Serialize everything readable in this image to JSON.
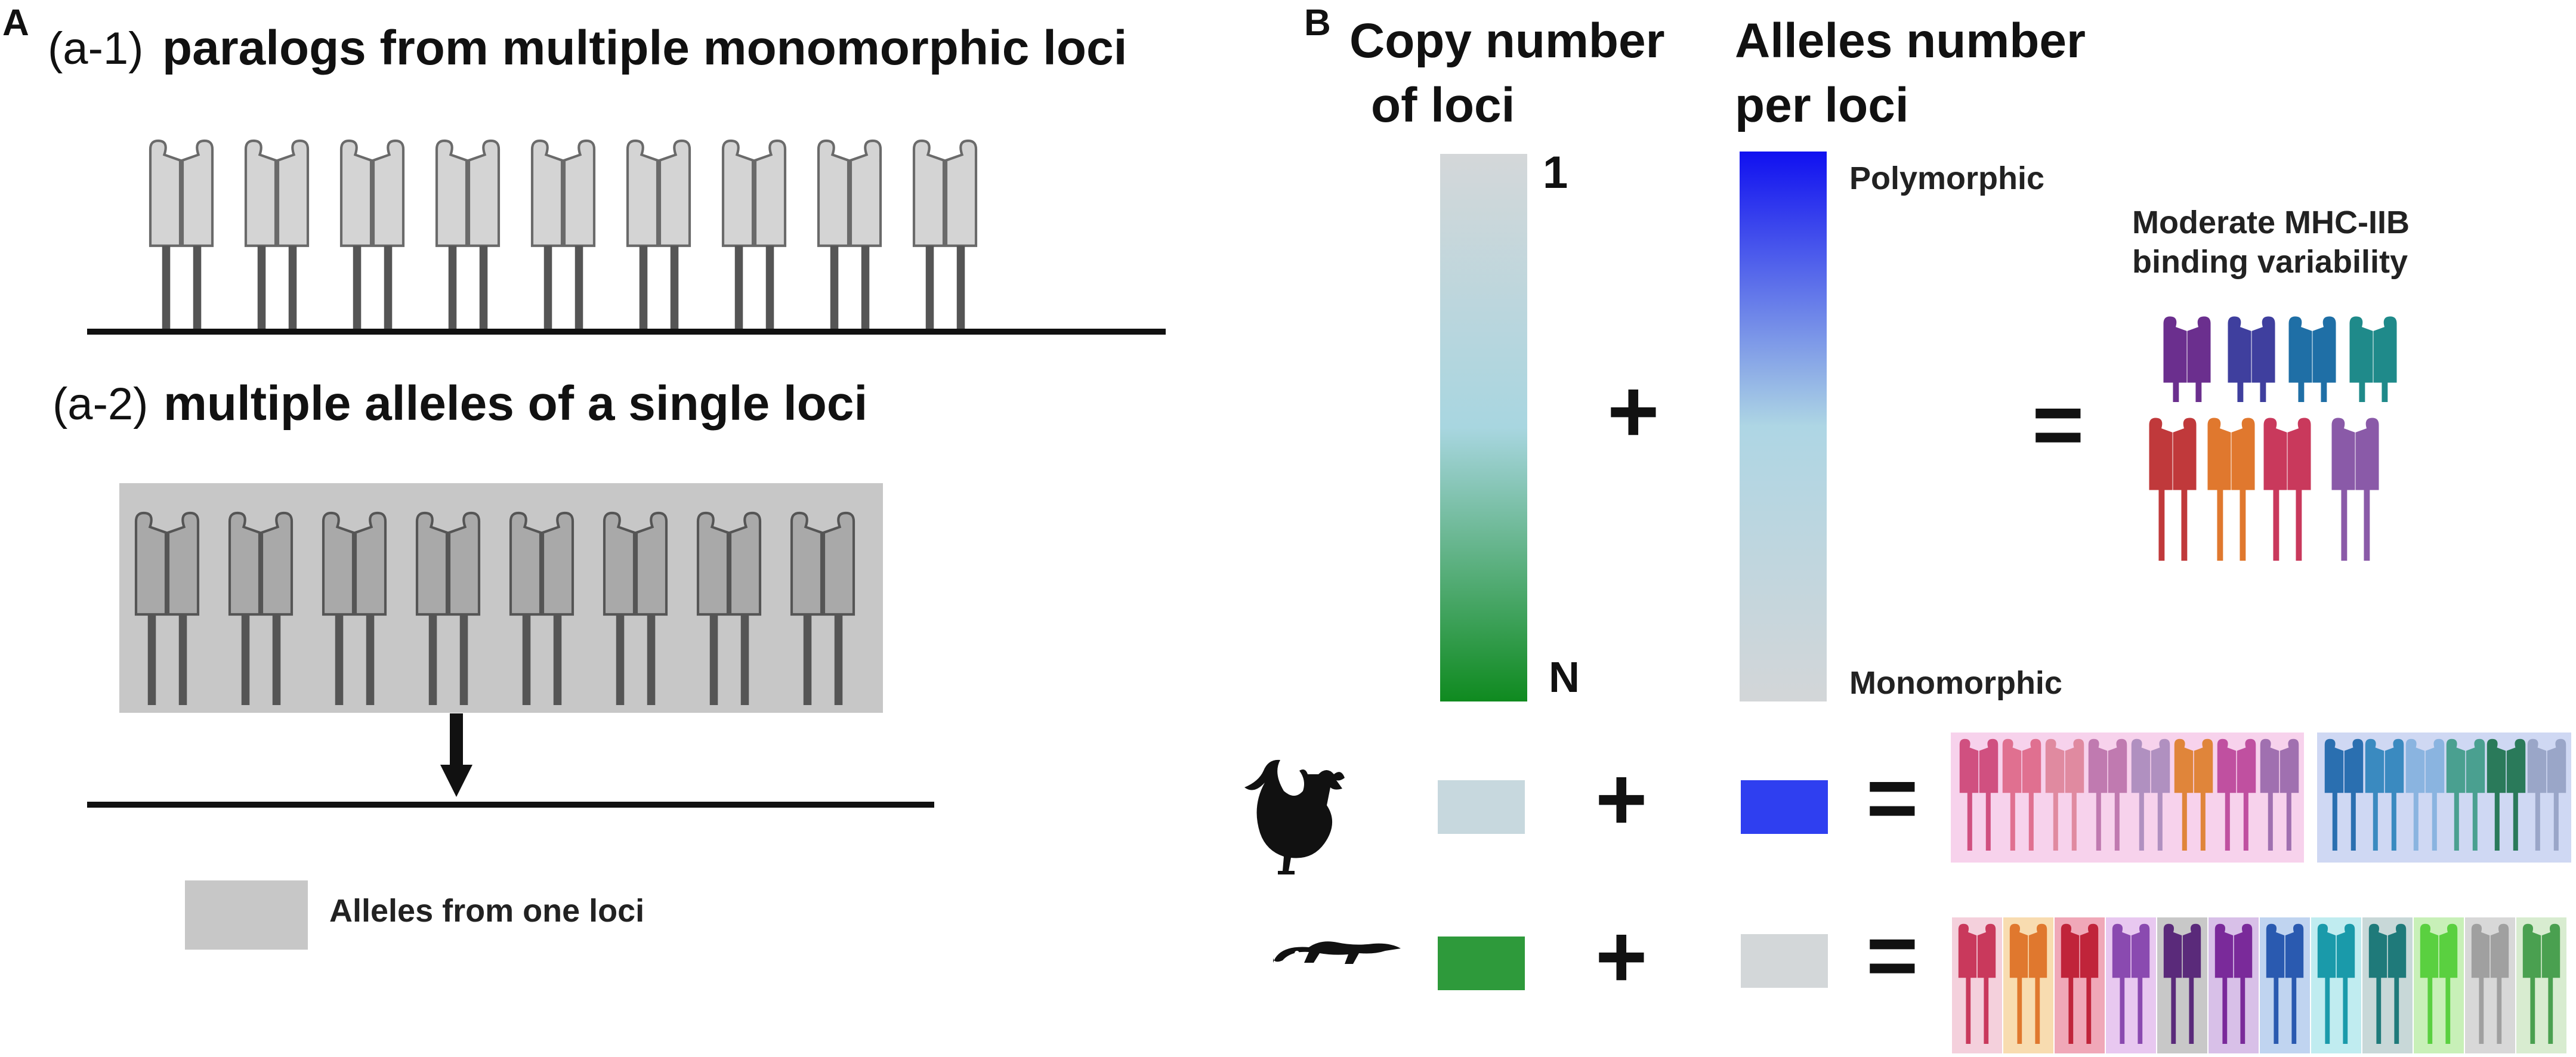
{
  "panel_a": {
    "label": "A",
    "title_1_prefix": "(a-1)",
    "title_1_text": "paralogs from multiple monomorphic loci",
    "title_2_prefix": "(a-2)",
    "title_2_text": "multiple alleles of a single loci",
    "legend_text": "Alleles from one loci",
    "colors": {
      "light_receptor": "#d4d4d4",
      "dark_receptor": "#a9a9a9",
      "stem": "#555555",
      "allele_box": "#c7c7c7"
    }
  },
  "panel_b": {
    "label": "B",
    "copy_title_1": "Copy number",
    "copy_title_2": "of loci",
    "alleles_title_1": "Alleles number",
    "alleles_title_2": "per loci",
    "copy_top_label": "1",
    "copy_bottom_label": "N",
    "allele_top_label": "Polymorphic",
    "allele_bottom_label": "Monomorphic",
    "plus": "+",
    "equals": "=",
    "result_line_1": "Moderate MHC-IIB",
    "result_line_2": "binding variability",
    "rows": [
      {
        "animal": "rooster-icon",
        "copy_color": "#c7d8de",
        "allele_color": "#2f3ff0"
      },
      {
        "animal": "crocodile-icon",
        "copy_color": "#2e9a3b",
        "allele_color": "#d3d7d9"
      }
    ],
    "moderate_colors": [
      "#6b2f8e",
      "#3f3f9e",
      "#1f6fa6",
      "#1f8a8a",
      "#c0393b",
      "#e0782e",
      "#c9395c",
      "#8a5aa8"
    ],
    "chicken_group_1_colors": [
      "#d05080",
      "#e07090",
      "#e08aa0",
      "#c07ab0",
      "#b090c0",
      "#e0853a",
      "#c050a0",
      "#a070b0"
    ],
    "chicken_group_2_colors": [
      "#2a6fb0",
      "#3a8ac0",
      "#8ab4e0",
      "#4aa090",
      "#2a7a5a",
      "#9aa6c8"
    ],
    "croc_colors": [
      "#c9395c",
      "#e0782e",
      "#c0243a",
      "#8a4ab0",
      "#5a2a7a",
      "#7a2a9a",
      "#2a5ab0",
      "#1a9aaa",
      "#1f7a7a",
      "#5ad040",
      "#a0a0a0",
      "#4aa050"
    ],
    "croc_bg_colors": [
      "#f4d0dc",
      "#f8dcb0",
      "#f0a8b8",
      "#e8c8f0",
      "#c8c8c8",
      "#d8c0e8",
      "#c0d4f0",
      "#c0ecf0",
      "#c8d8d8",
      "#c8f0b8",
      "#d8d8d8",
      "#d8ecd0"
    ],
    "chicken_bg_1": "#f7d2ec",
    "chicken_bg_2": "#cfd8f3"
  }
}
